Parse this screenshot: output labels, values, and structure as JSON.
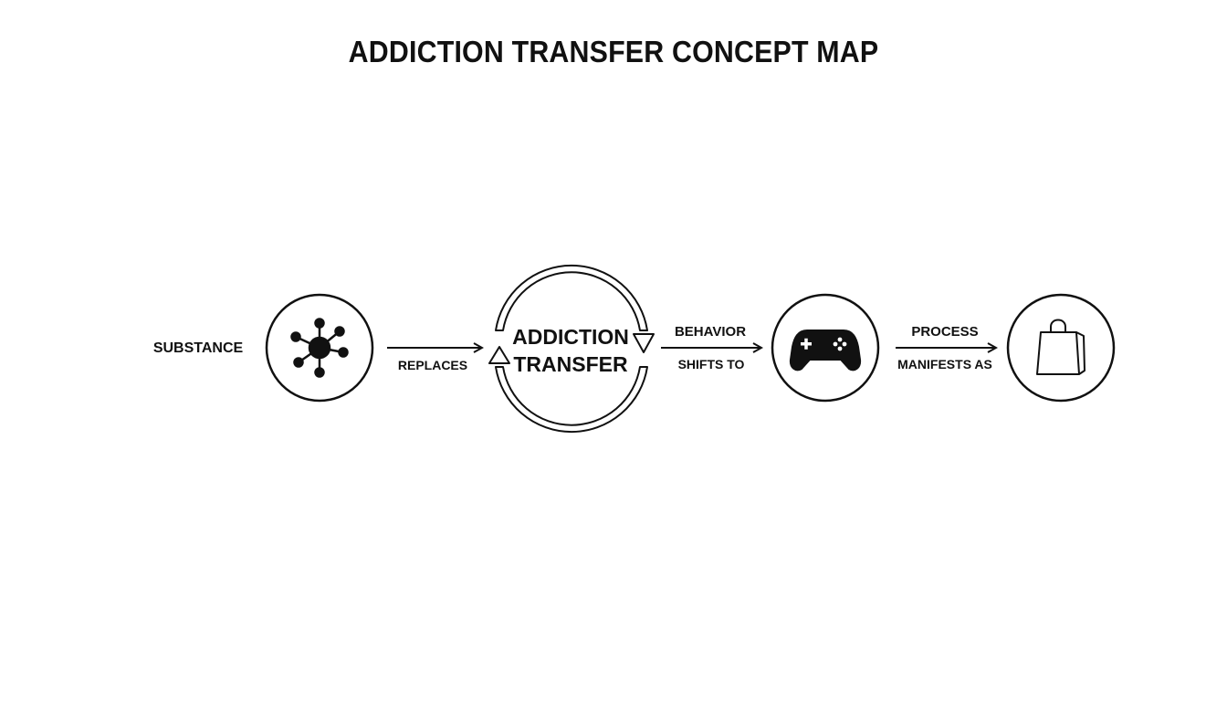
{
  "title": "ADDICTION TRANSFER CONCEPT MAP",
  "nodes": {
    "substance": {
      "label": "SUBSTANCE",
      "icon": "molecule-icon"
    },
    "center": {
      "line1": "ADDICTION",
      "line2": "TRANSFER",
      "icon": "cycle-arrows-icon"
    },
    "behavior": {
      "icon": "gamepad-icon"
    },
    "process": {
      "icon": "shopping-bag-icon"
    }
  },
  "edges": {
    "replaces": {
      "label": "REPLACES"
    },
    "behavior_shifts": {
      "top": "BEHAVIOR",
      "bottom": "SHIFTS TO"
    },
    "process_manifests": {
      "top": "PROCESS",
      "bottom": "MANIFESTS AS"
    }
  },
  "colors": {
    "ink": "#111111",
    "background": "#ffffff"
  }
}
